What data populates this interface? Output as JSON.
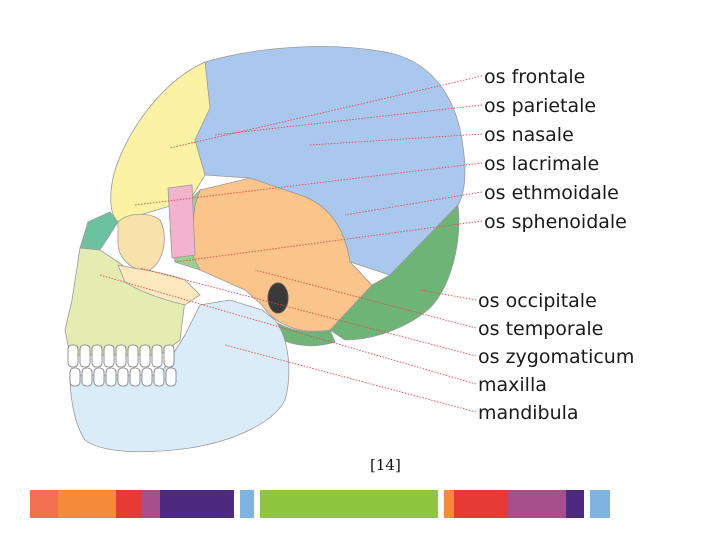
{
  "labels": [
    "os frontale",
    "os parietale",
    "os nasale",
    "os lacrimale",
    "os ethmoidale",
    "os sphenoidale",
    "os occipitale",
    "os temporale",
    "os zygomaticum",
    "maxilla",
    "mandibula"
  ],
  "citation": "[14]",
  "colors": {
    "frontal": "#fbf3a3",
    "parietal": "#aac8ee",
    "occipital": "#6fb477",
    "temporal": "#fbc48a",
    "sphenoid": "#9bd08e",
    "mandible": "#d9ecf8",
    "maxilla": "#e4ecb2",
    "nasal": "#6cc2a0",
    "lacrimal": "#f3b3ce",
    "zygomatic": "#fde9bd",
    "leader_line": "#e54848"
  },
  "strip": [
    "#f26f4f",
    "#f58a3a",
    "#e63b35",
    "#a74f8a",
    "#4b2a80",
    "#ffffff",
    "#7fb4e2",
    "#ffffff",
    "#8ec641",
    "#8ec641",
    "#ffffff",
    "#f58a3a",
    "#e63b35",
    "#e63b35",
    "#a74f8a",
    "#a74f8a",
    "#4b2a80",
    "#ffffff",
    "#7fb4e2"
  ]
}
